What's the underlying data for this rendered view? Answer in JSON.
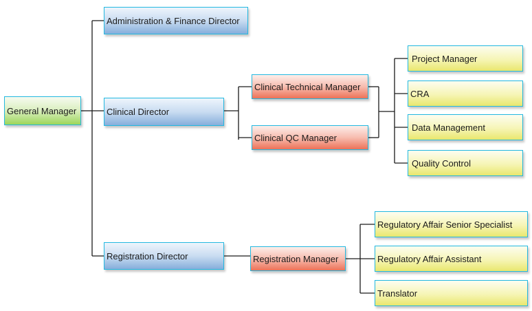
{
  "colors": {
    "border": "#22b8e0",
    "connector": "#1a1a1a",
    "level0": "#9cd65a",
    "level1": "#86aedb",
    "level2": "#ec7258",
    "level3": "#e9e76e"
  },
  "org": {
    "general_manager": "General Manager",
    "admin_finance_director": "Administration & Finance Director",
    "clinical_director": "Clinical Director",
    "registration_director": "Registration Director",
    "clinical_technical_manager": "Clinical Technical Manager",
    "clinical_qc_manager": "Clinical QC Manager",
    "registration_manager": "Registration Manager",
    "project_manager": "Project Manager",
    "cra": "CRA",
    "data_management": "Data Management",
    "quality_control": "Quality Control",
    "regulatory_affair_senior_specialist": "Regulatory Affair Senior Specialist",
    "regulatory_affair_assistant": "Regulatory Affair Assistant",
    "translator": "Translator"
  }
}
